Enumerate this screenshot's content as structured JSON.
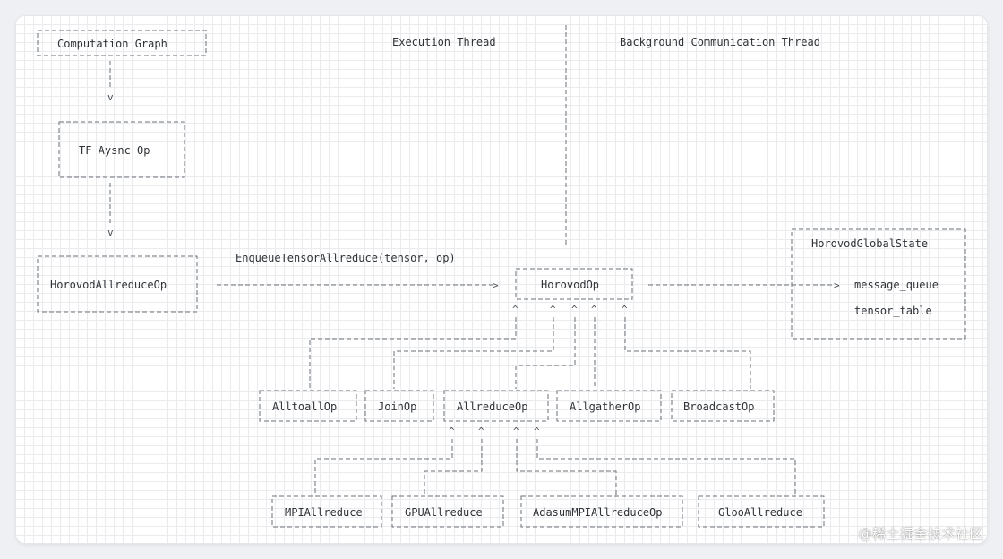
{
  "diagram": {
    "headers": {
      "computation_graph": "Computation Graph",
      "execution_thread": "Execution Thread",
      "background_thread": "Background Communication Thread"
    },
    "boxes": {
      "tf_async_op": "TF Aysnc Op",
      "horovod_allreduce_op": "HorovodAllreduceOp",
      "horovod_op": "HorovodOp",
      "horovod_global_state": "HorovodGlobalState",
      "message_queue": "message_queue",
      "tensor_table": "tensor_table",
      "alltoall_op": "AlltoallOp",
      "join_op": "JoinOp",
      "allreduce_op": "AllreduceOp",
      "allgather_op": "AllgatherOp",
      "broadcast_op": "BroadcastOp",
      "mpi_allreduce": "MPIAllreduce",
      "gpu_allreduce": "GPUAllreduce",
      "adasum_mpi_allreduce_op": "AdasumMPIAllreduceOp",
      "gloo_allreduce": "GlooAllreduce"
    },
    "edges": {
      "enqueue_label": "EnqueueTensorAllreduce(tensor, op)"
    },
    "glyphs": {
      "down_arrow": "v",
      "up_arrow": "^",
      "right_arrow": ">"
    }
  },
  "watermark": "@稀土掘金技术社区"
}
